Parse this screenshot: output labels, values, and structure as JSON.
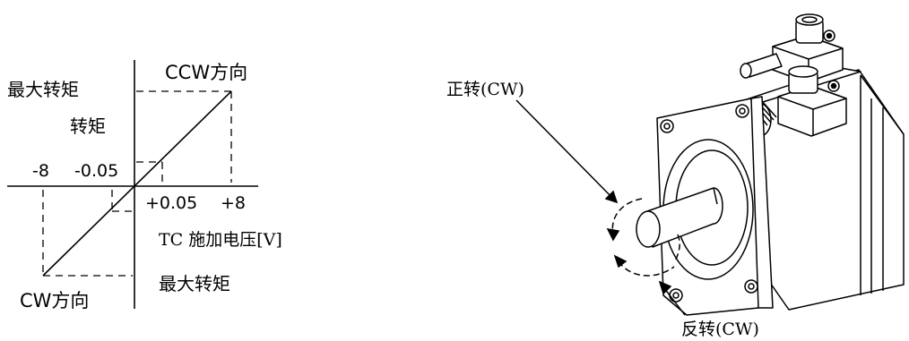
{
  "chart": {
    "max_torque_ccw": "最大转矩",
    "direction_ccw": "CCW方向",
    "torque_label": "转矩",
    "tick_neg8": "-8",
    "tick_neg005": "-0.05",
    "tick_pos005": "+0.05",
    "tick_pos8": "+8",
    "voltage_label": "TC 施加电压[V]",
    "max_torque_cw": "最大转矩",
    "direction_cw": "CW方向"
  },
  "motor": {
    "forward_label": "正转(CW)",
    "reverse_label": "反转(CW)"
  }
}
